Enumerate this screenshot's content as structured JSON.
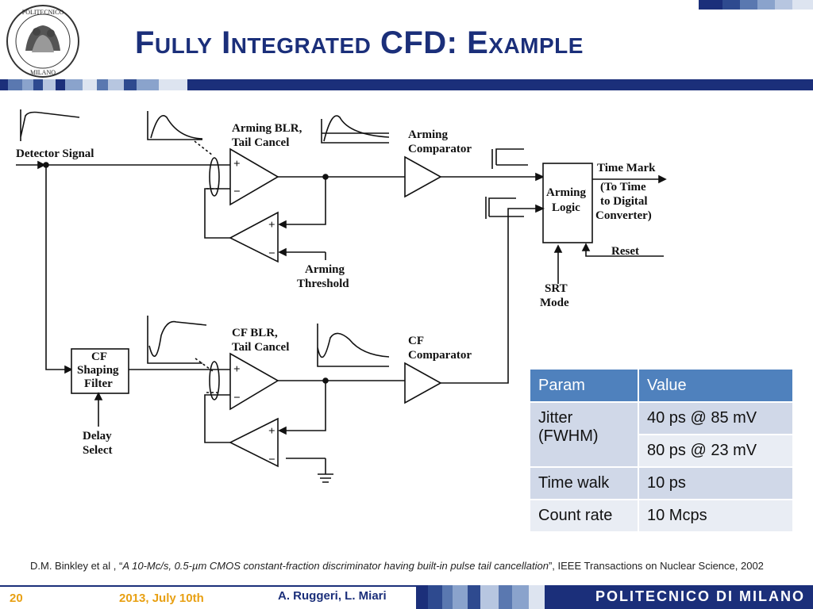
{
  "header": {
    "title": "Fully Integrated CFD: Example",
    "logo_text_top": "POLITECNICO",
    "logo_text_bottom": "MILANO"
  },
  "diagram": {
    "labels": {
      "detector_signal": "Detector Signal",
      "arming_blr_1": "Arming BLR,",
      "arming_blr_2": "Tail Cancel",
      "arming_comp_1": "Arming",
      "arming_comp_2": "Comparator",
      "arming_logic_1": "Arming",
      "arming_logic_2": "Logic",
      "time_mark": "Time Mark",
      "to_time_1": "(To Time",
      "to_time_2": "to Digital",
      "to_time_3": "Converter)",
      "reset": "Reset",
      "arming_thr_1": "Arming",
      "arming_thr_2": "Threshold",
      "srt_1": "SRT",
      "srt_2": "Mode",
      "cf_blr_1": "CF BLR,",
      "cf_blr_2": "Tail Cancel",
      "cf_comp_1": "CF",
      "cf_comp_2": "Comparator",
      "cf_filter_1": "CF",
      "cf_filter_2": "Shaping",
      "cf_filter_3": "Filter",
      "delay_1": "Delay",
      "delay_2": "Select",
      "plus": "+",
      "minus": "−"
    }
  },
  "table": {
    "headers": [
      "Param",
      "Value"
    ],
    "rows": [
      {
        "param": "Jitter (FWHM)",
        "value": "40 ps @ 85 mV"
      },
      {
        "param": "",
        "value": "80 ps @ 23 mV"
      },
      {
        "param": "Time walk",
        "value": "10 ps"
      },
      {
        "param": "Count rate",
        "value": "10 Mcps"
      }
    ]
  },
  "reference": {
    "authors": "D.M. Binkley et al , “",
    "title": "A 10-Mc/s, 0.5-µm CMOS constant-fraction discriminator having built-in pulse tail cancellation",
    "rest": "”, IEEE Transactions on Nuclear Science, 2002"
  },
  "footer": {
    "page": "20",
    "date": "2013, July 10th",
    "authors": "A. Ruggeri, L. Miari",
    "brand": "POLITECNICO DI MILANO"
  },
  "colors": {
    "title": "#1b2f7a",
    "accent_orange": "#e8a013",
    "table_header": "#4f81bd",
    "table_row_a": "#d0d8e8",
    "table_row_b": "#e9edf4"
  }
}
